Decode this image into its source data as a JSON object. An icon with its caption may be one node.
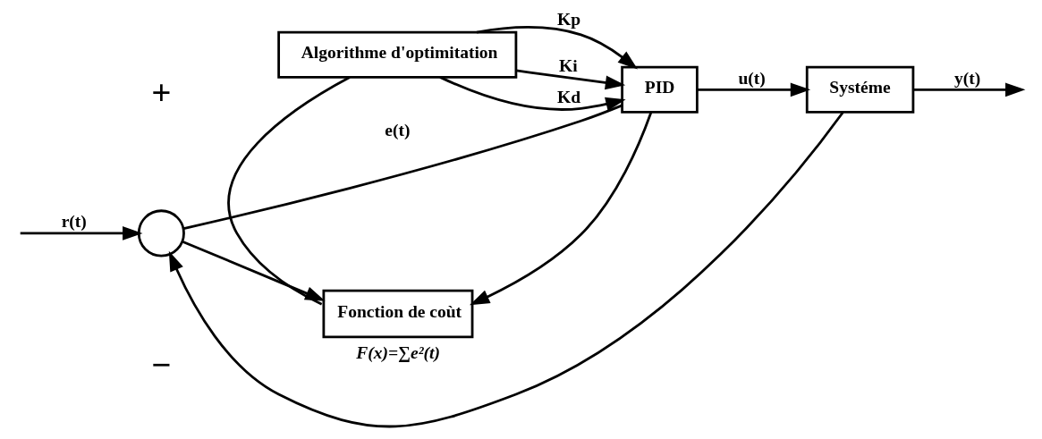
{
  "diagram": {
    "nodes": [
      {
        "text": [],
        "shape": "circle"
      },
      {
        "text": [
          "PID"
        ]
      },
      {
        "text": [
          "Systéme"
        ]
      },
      {
        "text": [
          "Algorithme d'optimitation"
        ]
      },
      {
        "text": [
          "Fonction de coùt"
        ],
        "beside": [
          "F(x)=∑e²(t)"
        ]
      }
    ],
    "edges": [
      {
        "from": null,
        "to": 0,
        "arrow": "to",
        "label": "r(t)"
      },
      {
        "from": 0,
        "to": 1,
        "arrow": "none",
        "label": "e(t)"
      },
      {
        "from": 0,
        "to": 4,
        "arrow": "to"
      },
      {
        "from": 1,
        "to": 2,
        "arrow": "to",
        "label": "u(t)"
      },
      {
        "from": 1,
        "to": 4,
        "arrow": "to"
      },
      {
        "from": 2,
        "to": null,
        "arrow": "to",
        "label": "y(t)"
      },
      {
        "from": 2,
        "to": 0,
        "arrow": "to"
      },
      {
        "from": 3,
        "to": 1,
        "arrow": "to",
        "label": "Kp"
      },
      {
        "from": 3,
        "to": 1,
        "arrow": "to",
        "label": "Ki"
      },
      {
        "from": 3,
        "to": 1,
        "arrow": "to",
        "label": "Kd"
      },
      {
        "from": 4,
        "to": 3,
        "arrow": "none"
      }
    ],
    "labels": [
      "+",
      "−"
    ]
  }
}
